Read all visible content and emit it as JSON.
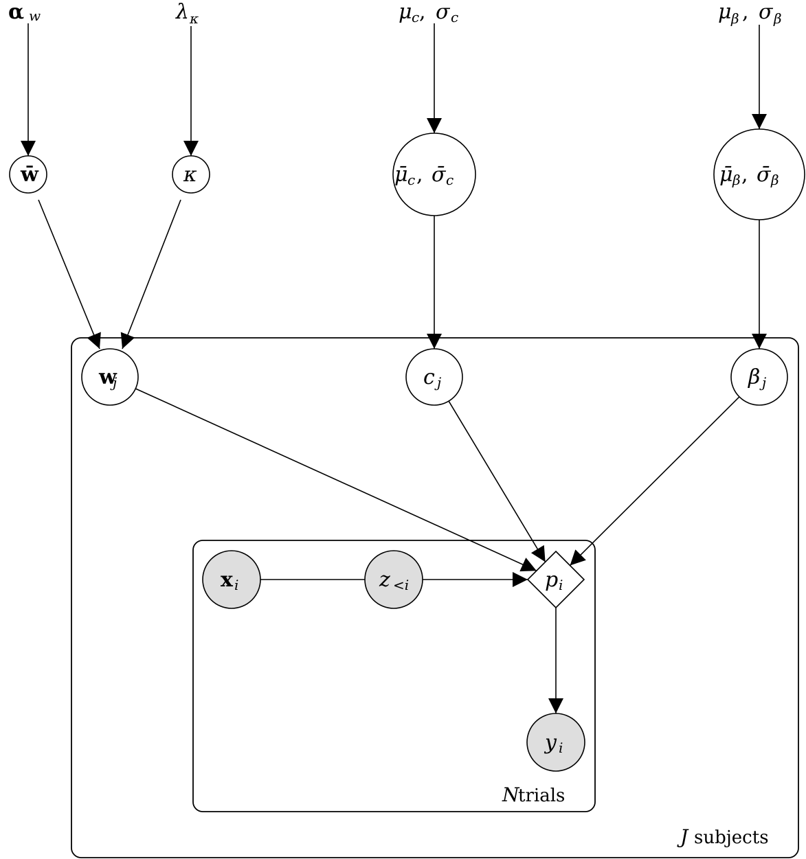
{
  "diagram": {
    "type": "plate-notation graphical model",
    "colors": {
      "stroke": "#000000",
      "latent_fill": "#ffffff",
      "observed_fill": "#dedede",
      "background": "#ffffff"
    },
    "hyperparameters": [
      {
        "id": "alpha_w",
        "label": "α",
        "sub": "w",
        "bold": true
      },
      {
        "id": "lambda_kappa",
        "label": "λ",
        "sub": "κ",
        "bold": false
      },
      {
        "id": "mu_sigma_c",
        "label": "μ",
        "sub": "c",
        "label2": "σ",
        "sub2": "c",
        "sep": ", "
      },
      {
        "id": "mu_sigma_beta",
        "label": "μ",
        "sub": "β",
        "label2": "σ",
        "sub2": "β",
        "sep": ", "
      }
    ],
    "group_nodes": [
      {
        "id": "w_bar",
        "label": "w̄",
        "sub": "",
        "bold": true,
        "shape": "circle",
        "observed": false
      },
      {
        "id": "kappa",
        "label": "κ",
        "sub": "",
        "shape": "circle",
        "observed": false
      },
      {
        "id": "mu_sigma_c_bar",
        "label": "μ̄",
        "sub": "c",
        "label2": "σ̄",
        "sub2": "c",
        "sep": ", ",
        "shape": "circle",
        "observed": false
      },
      {
        "id": "mu_sigma_beta_bar",
        "label": "μ̄",
        "sub": "β",
        "label2": "σ̄",
        "sub2": "β",
        "sep": ", ",
        "shape": "circle",
        "observed": false
      }
    ],
    "subject_nodes": [
      {
        "id": "w_j",
        "label": "w",
        "sub": "j",
        "bold": true,
        "shape": "circle",
        "observed": false
      },
      {
        "id": "c_j",
        "label": "c",
        "sub": "j",
        "shape": "circle",
        "observed": false
      },
      {
        "id": "beta_j",
        "label": "β",
        "sub": "j",
        "shape": "circle",
        "observed": false
      }
    ],
    "trial_nodes": [
      {
        "id": "x_i",
        "label": "x",
        "sub": "i",
        "bold": true,
        "shape": "circle",
        "observed": true
      },
      {
        "id": "z_lt_i",
        "label": "z",
        "sub": "<i",
        "shape": "circle",
        "observed": true
      },
      {
        "id": "p_i",
        "label": "p",
        "sub": "i",
        "shape": "diamond",
        "observed": false
      },
      {
        "id": "y_i",
        "label": "y",
        "sub": "i",
        "shape": "circle",
        "observed": true
      }
    ],
    "edges": [
      {
        "from": "alpha_w",
        "to": "w_bar"
      },
      {
        "from": "lambda_kappa",
        "to": "kappa"
      },
      {
        "from": "mu_sigma_c",
        "to": "mu_sigma_c_bar"
      },
      {
        "from": "mu_sigma_beta",
        "to": "mu_sigma_beta_bar"
      },
      {
        "from": "w_bar",
        "to": "w_j"
      },
      {
        "from": "kappa",
        "to": "w_j"
      },
      {
        "from": "mu_sigma_c_bar",
        "to": "c_j"
      },
      {
        "from": "mu_sigma_beta_bar",
        "to": "beta_j"
      },
      {
        "from": "w_j",
        "to": "p_i"
      },
      {
        "from": "c_j",
        "to": "p_i"
      },
      {
        "from": "beta_j",
        "to": "p_i"
      },
      {
        "from": "x_i",
        "to": "p_i"
      },
      {
        "from": "z_lt_i",
        "to": "p_i"
      },
      {
        "from": "p_i",
        "to": "y_i"
      }
    ],
    "plates": [
      {
        "id": "subjects",
        "var": "J",
        "text": " subjects"
      },
      {
        "id": "trials",
        "var": "N",
        "text": " trials"
      }
    ]
  }
}
